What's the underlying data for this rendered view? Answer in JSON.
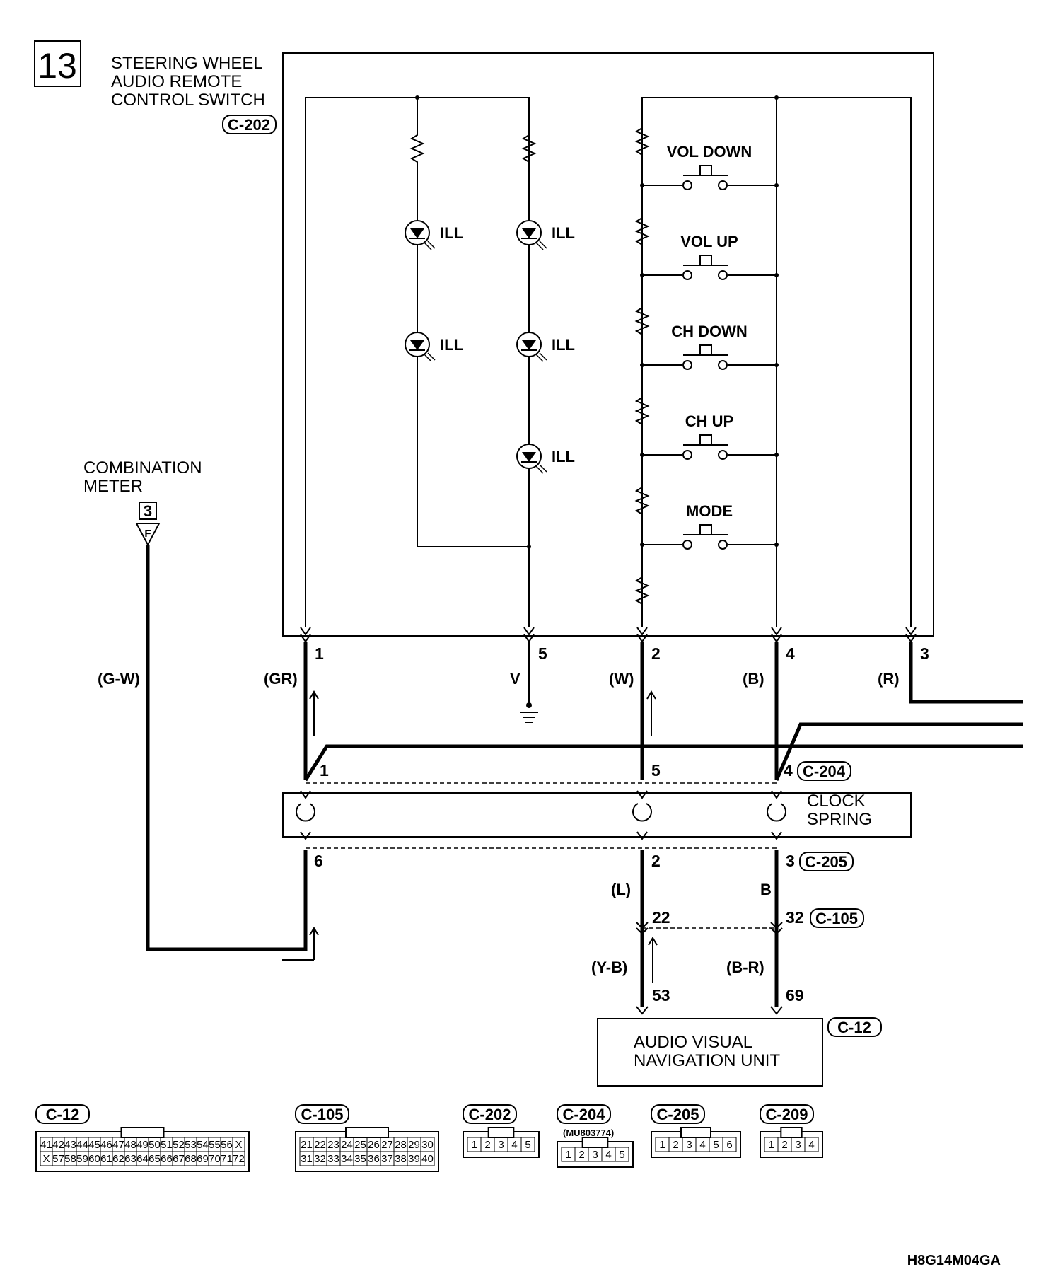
{
  "page_number": "13",
  "steering_switch": {
    "title_lines": [
      "STEERING WHEEL",
      "AUDIO REMOTE",
      "CONTROL SWITCH"
    ],
    "connector": "C-202",
    "ill_label": "ILL",
    "buttons": [
      "VOL DOWN",
      "VOL UP",
      "CH DOWN",
      "CH UP",
      "MODE"
    ]
  },
  "combination_meter": {
    "title_lines": [
      "COMBINATION",
      "METER"
    ],
    "ref_number": "3",
    "ref_letter": "F"
  },
  "switch_pins": [
    {
      "pin": "1",
      "wire": "(GR)"
    },
    {
      "pin": "5",
      "wire": "V"
    },
    {
      "pin": "2",
      "wire": "(W)"
    },
    {
      "pin": "4",
      "wire": "(B)"
    },
    {
      "pin": "3",
      "wire": "(R)"
    }
  ],
  "meter_wire": "(G-W)",
  "clock_spring": {
    "title_lines": [
      "CLOCK",
      "SPRING"
    ],
    "top_connector": "C-204",
    "top_pins": [
      "1",
      "5",
      "4"
    ],
    "bottom_connector": "C-205",
    "bottom_pins": [
      "6",
      "2",
      "3"
    ]
  },
  "lower_wires": {
    "left_upper": "(L)",
    "right_upper": "B",
    "junction_connector": "C-105",
    "junction_pins": [
      "22",
      "32"
    ],
    "left_lower": "(Y-B)",
    "right_lower": "(B-R)",
    "unit_pins": [
      "53",
      "69"
    ]
  },
  "av_unit": {
    "title_lines": [
      "AUDIO VISUAL",
      "NAVIGATION UNIT"
    ],
    "connector": "C-12"
  },
  "connector_views": [
    {
      "name": "C-12",
      "part_number": "",
      "rows": [
        [
          "41",
          "42",
          "43",
          "44",
          "45",
          "46",
          "47",
          "48",
          "49",
          "50",
          "51",
          "52",
          "53",
          "54",
          "55",
          "56",
          "X"
        ],
        [
          "X",
          "57",
          "58",
          "59",
          "60",
          "61",
          "62",
          "63",
          "64",
          "65",
          "66",
          "67",
          "68",
          "69",
          "70",
          "71",
          "72"
        ]
      ]
    },
    {
      "name": "C-105",
      "part_number": "",
      "rows": [
        [
          "21",
          "22",
          "23",
          "24",
          "25",
          "26",
          "27",
          "28",
          "29",
          "30"
        ],
        [
          "31",
          "32",
          "33",
          "34",
          "35",
          "36",
          "37",
          "38",
          "39",
          "40"
        ]
      ]
    },
    {
      "name": "C-202",
      "part_number": "",
      "rows": [
        [
          "1",
          "2",
          "3",
          "4",
          "5"
        ]
      ]
    },
    {
      "name": "C-204",
      "part_number": "(MU803774)",
      "rows": [
        [
          "1",
          "2",
          "3",
          "4",
          "5"
        ]
      ]
    },
    {
      "name": "C-205",
      "part_number": "",
      "rows": [
        [
          "1",
          "2",
          "3",
          "4",
          "5",
          "6"
        ]
      ]
    },
    {
      "name": "C-209",
      "part_number": "",
      "rows": [
        [
          "1",
          "2",
          "3",
          "4"
        ]
      ]
    }
  ],
  "figure_code": "H8G14M04GA"
}
